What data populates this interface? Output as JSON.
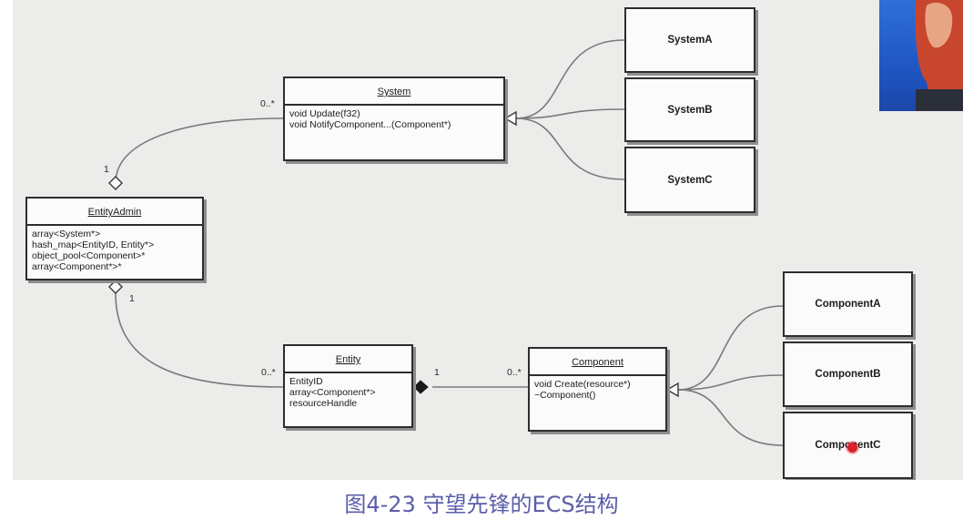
{
  "caption": "图4-23 守望先锋的ECS结构",
  "classes": {
    "system": {
      "name": "System",
      "members": [
        "void Update(f32)",
        "void NotifyComponent...(Component*)"
      ]
    },
    "entity_admin": {
      "name": "EntityAdmin",
      "members": [
        "array<System*>",
        "hash_map<EntityID, Entity*>",
        "object_pool<Component>*",
        "array<Component*>*"
      ]
    },
    "entity": {
      "name": "Entity",
      "members": [
        "EntityID",
        "array<Component*>",
        "resourceHandle"
      ]
    },
    "component": {
      "name": "Component",
      "members": [
        "void Create(resource*)",
        "~Component()"
      ]
    }
  },
  "subclasses": {
    "systems": [
      "SystemA",
      "SystemB",
      "SystemC"
    ],
    "components": [
      "ComponentA",
      "ComponentB",
      "ComponentC"
    ]
  },
  "multiplicities": {
    "admin_system_admin": "1",
    "admin_system_system": "0..*",
    "admin_entity_admin": "1",
    "admin_entity_entity": "0..*",
    "entity_component_entity": "1",
    "entity_component_component": "0..*"
  }
}
